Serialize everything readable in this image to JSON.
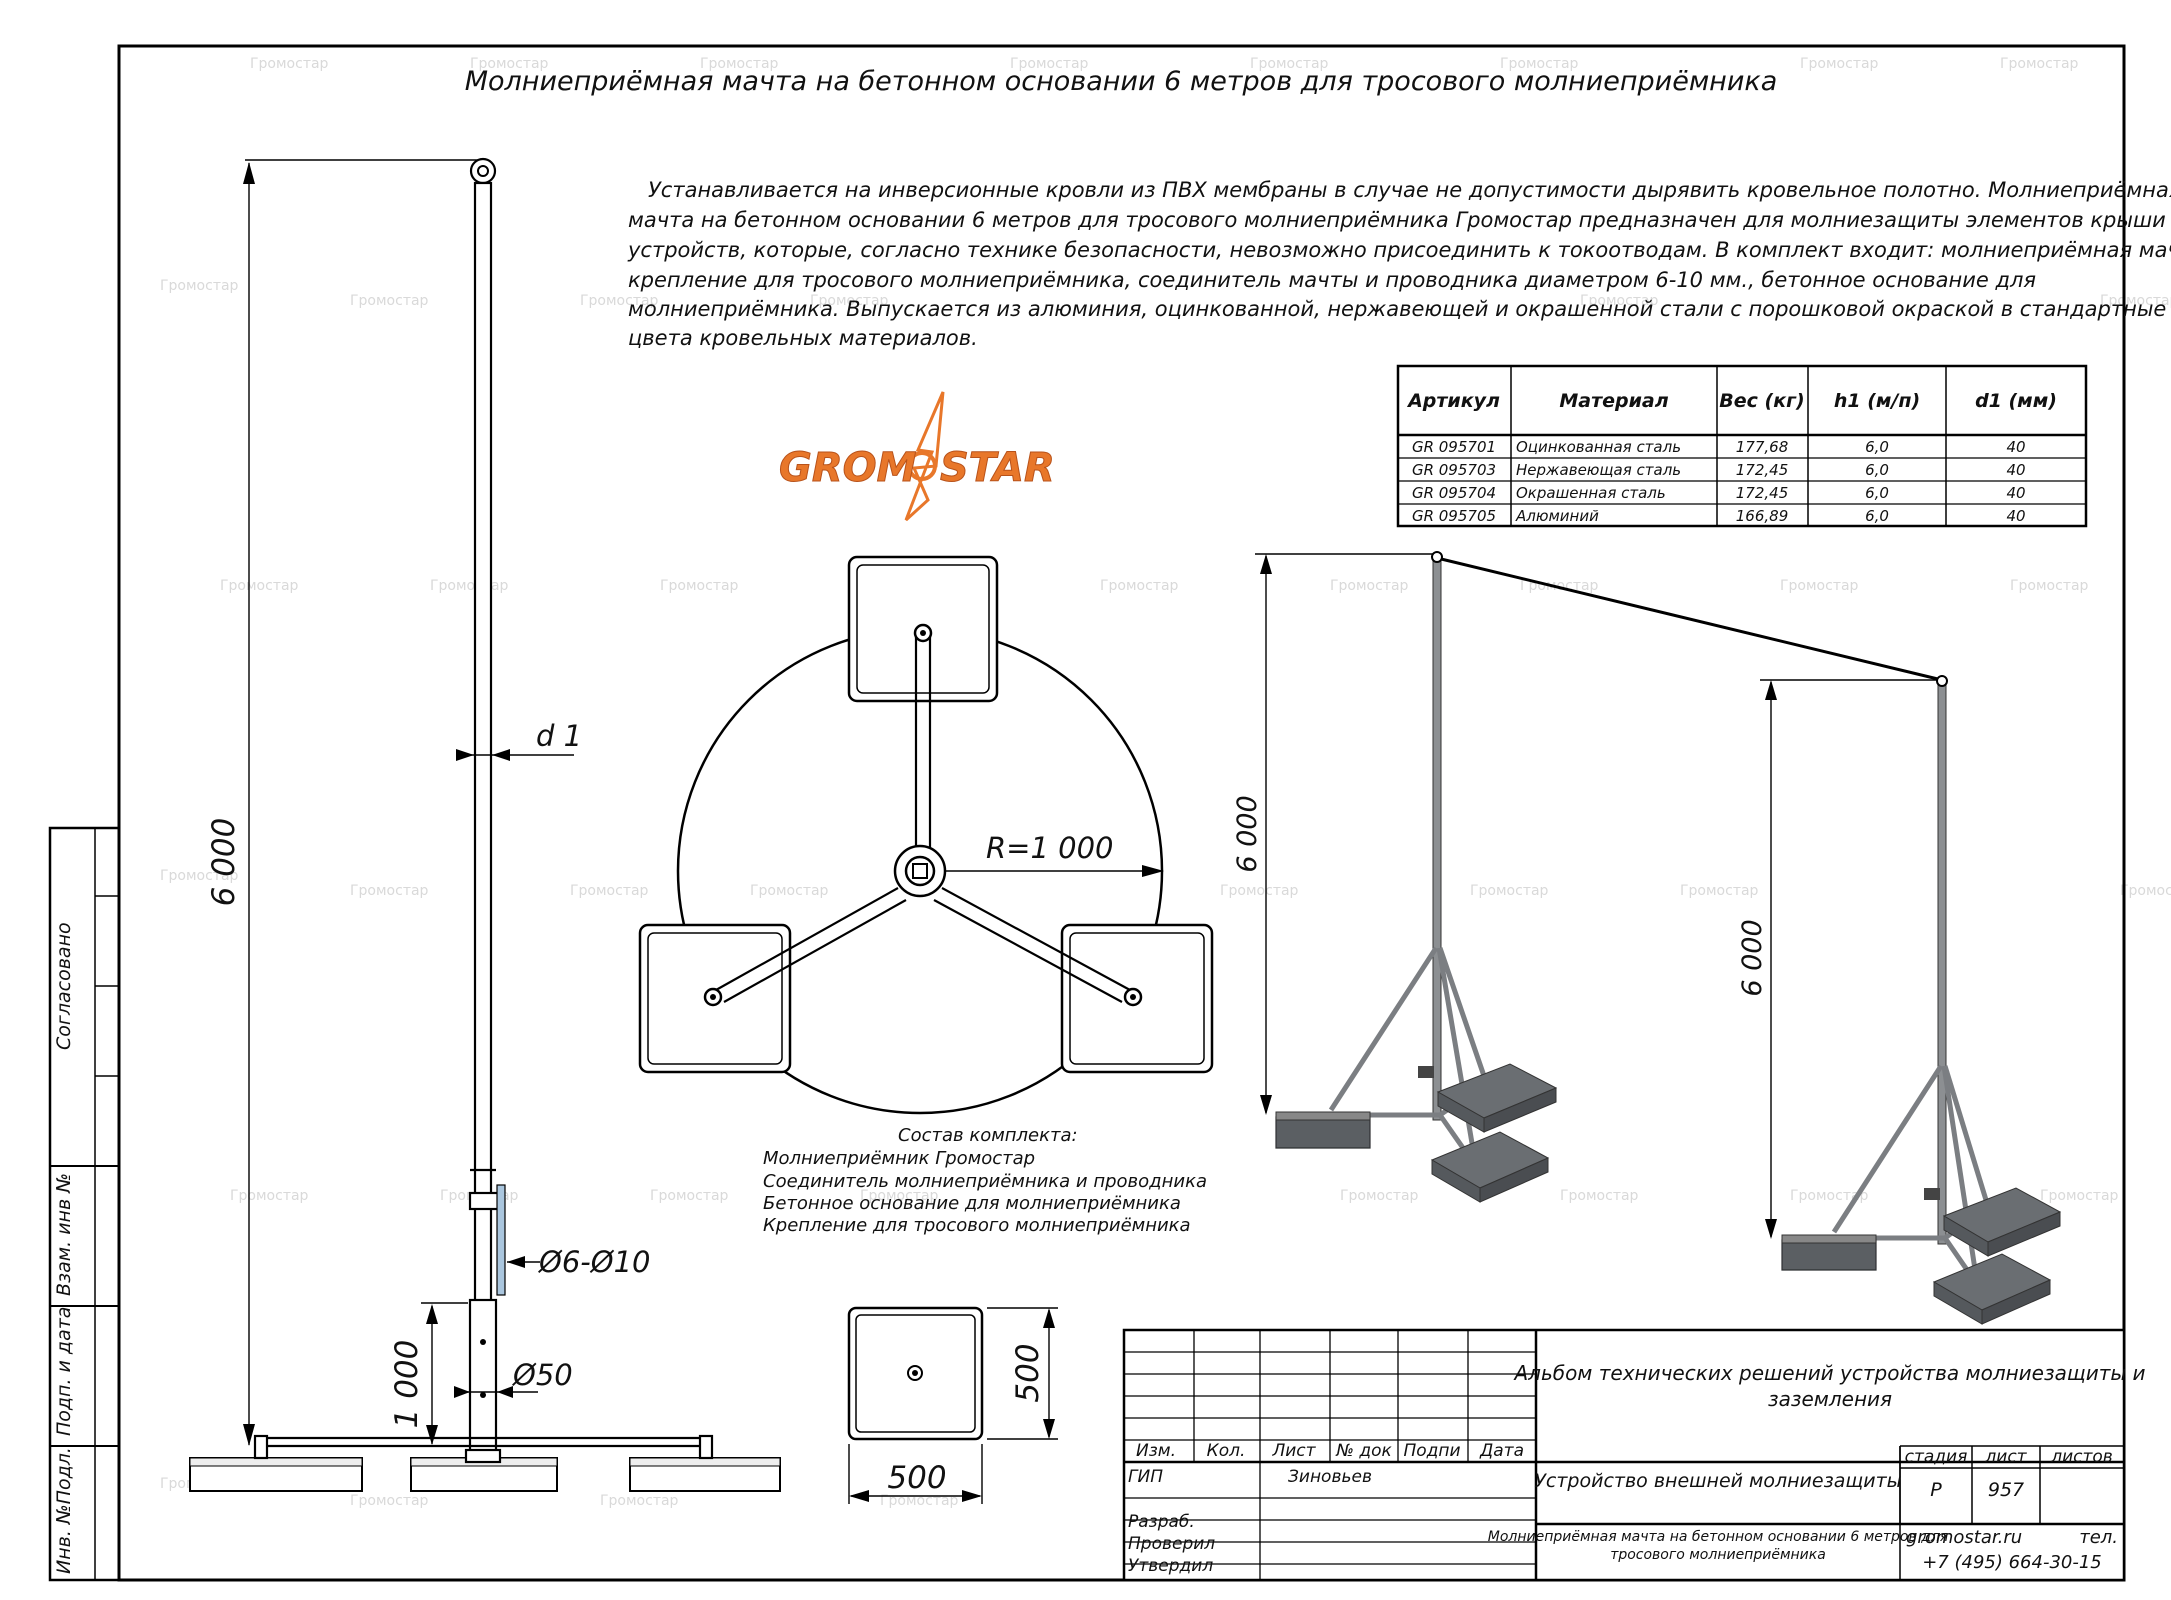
{
  "title": "Молниеприёмная мачта на бетонном основании 6 метров для тросового молниеприёмника",
  "description_lines": [
    "Устанавливается на инверсионные кровли из ПВХ мембраны в случае не допустимости дырявить кровельное  полотно. Молниеприёмная",
    "мачта на бетонном основании 6 метров для тросового молниеприёмника Громостар предназначен для молниезащиты элементов крыши или",
    "устройств, которые, согласно технике безопасности, невозможно присоединить к токоотводам. В комплект входит: молниеприёмная мачта,",
    "крепление для тросового молниеприёмника, соединитель мачты и проводника диаметром 6-10 мм., бетонное основание для",
    "молниеприёмника. Выпускается из алюминия, оцинкованной, нержавеющей и окрашенной стали с порошковой окраской в стандартные",
    "цвета  кровельных материалов."
  ],
  "logo": {
    "text_left": "GROM",
    "text_right": "STAR",
    "color": "#e8772a"
  },
  "spec_table": {
    "headers": [
      "Артикул",
      "Материал",
      "Вес (кг)",
      "h1 (м/п)",
      "d1 (мм)"
    ],
    "rows": [
      [
        "GR 095701",
        "Оцинкованная сталь",
        "177,68",
        "6,0",
        "40"
      ],
      [
        "GR 095703",
        "Нержавеющая сталь",
        "172,45",
        "6,0",
        "40"
      ],
      [
        "GR 095704",
        "Окрашенная сталь",
        "172,45",
        "6,0",
        "40"
      ],
      [
        "GR 095705",
        "Алюминий",
        "166,89",
        "6,0",
        "40"
      ]
    ]
  },
  "mast_side_view": {
    "height_label": "6 000",
    "diameter_label": "d 1",
    "connector_label": "Ø6-Ø10",
    "base_height_label": "1 000",
    "base_diameter_label": "Ø50"
  },
  "plan_view": {
    "radius_label": "R=1 000"
  },
  "block_view": {
    "width_label": "500",
    "height_label": "500"
  },
  "iso_view": {
    "height_label_left": "6 000",
    "height_label_right": "6 000"
  },
  "kit": {
    "heading": "Состав комплекта:",
    "items": [
      "Молниеприёмник Громостар",
      "Соединитель молниеприёмника и проводника",
      "Бетонное основание для молниеприёмника",
      "Крепление для тросового молниеприёмника"
    ]
  },
  "side_stamp": {
    "agreed": "Согласовано",
    "inv_replaced": "Взам. инв №",
    "signature_date": "Подп. и дата",
    "inv_original": "Инв. №Подл."
  },
  "title_block": {
    "revision_headers": [
      "Изм.",
      "Кол.",
      "Лист",
      "№ док",
      "Подпи",
      "Дата"
    ],
    "album_title": "Альбом технических решений устройства молниезащиты и заземления",
    "project_title": "Устройство внешней молниезащиты",
    "stage_header": "стадия",
    "sheet_header": "лист",
    "sheets_header": "листов",
    "stage_value": "Р",
    "sheet_value": "957",
    "sheets_value": "",
    "roles": [
      {
        "role": "ГИП",
        "name": "Зиновьев"
      },
      {
        "role": "Разраб.",
        "name": ""
      },
      {
        "role": "Проверил",
        "name": ""
      },
      {
        "role": "Утвердил",
        "name": ""
      }
    ],
    "drawing_name": "Молниеприёмная мачта на бетонном основании 6 метров для тросового молниеприёмника",
    "website": "gromostar.ru",
    "phone_label": "тел.",
    "phone": "+7 (495) 664-30-15"
  },
  "watermark_text": "Громостар"
}
